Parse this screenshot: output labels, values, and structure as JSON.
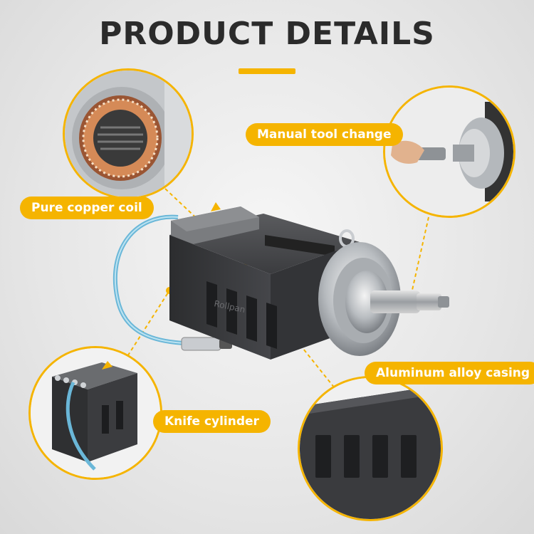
{
  "header": {
    "title": "PRODUCT DETAILS"
  },
  "callouts": {
    "copper_coil": "Pure copper coil",
    "tool_change": "Manual tool change",
    "casing": "Aluminum alloy casing",
    "cylinder": "Knife cylinder"
  },
  "brand": {
    "watermark": "Rollpan"
  },
  "colors": {
    "accent": "#f5b400",
    "body": "#3a3b3d",
    "cable": "#6ab7d8"
  }
}
